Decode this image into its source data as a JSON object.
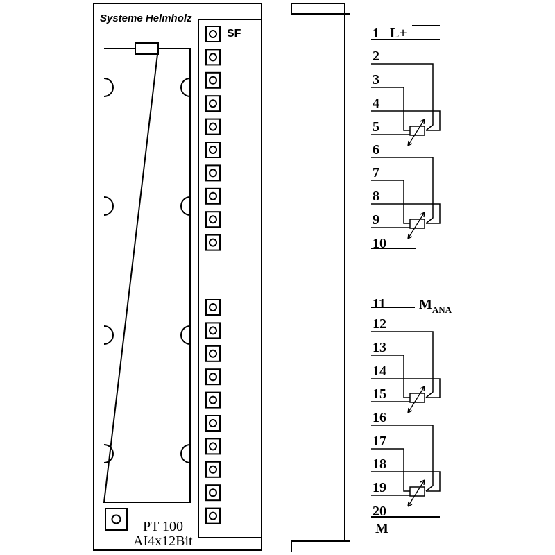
{
  "module": {
    "brand": "Systeme Helmholz",
    "status_led": "SF",
    "type_line1": "PT 100",
    "type_line2": "AI4x12Bit"
  },
  "terminals": [
    {
      "num": "1",
      "label": "L+"
    },
    {
      "num": "2",
      "label": ""
    },
    {
      "num": "3",
      "label": ""
    },
    {
      "num": "4",
      "label": ""
    },
    {
      "num": "5",
      "label": ""
    },
    {
      "num": "6",
      "label": ""
    },
    {
      "num": "7",
      "label": ""
    },
    {
      "num": "8",
      "label": ""
    },
    {
      "num": "9",
      "label": ""
    },
    {
      "num": "10",
      "label": ""
    },
    {
      "num": "11",
      "label": "M",
      "label_sub": "ANA"
    },
    {
      "num": "12",
      "label": ""
    },
    {
      "num": "13",
      "label": ""
    },
    {
      "num": "14",
      "label": ""
    },
    {
      "num": "15",
      "label": ""
    },
    {
      "num": "16",
      "label": ""
    },
    {
      "num": "17",
      "label": ""
    },
    {
      "num": "18",
      "label": ""
    },
    {
      "num": "19",
      "label": ""
    },
    {
      "num": "20",
      "label": "M"
    }
  ]
}
